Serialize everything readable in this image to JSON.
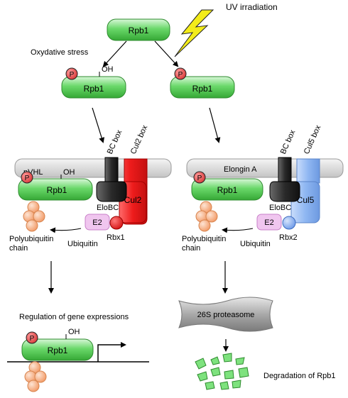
{
  "labels": {
    "rpb1": "Rpb1",
    "uv": "UV irradiation",
    "oxidative": "Oxydative stress",
    "p": "P",
    "oh": "OH",
    "pvhl": "pVHL",
    "elongin_a": "Elongin A",
    "bc_box": "BC box",
    "cul2_box": "Cul2 box",
    "cul5_box": "Cul5 box",
    "elobc": "EloBC",
    "cul2": "Cul2",
    "cul5": "Cul5",
    "e2": "E2",
    "rbx1": "Rbx1",
    "rbx2": "Rbx2",
    "polyub": "Polyubiquitin",
    "chain": "chain",
    "ubiquitin": "Ubiquitin",
    "regulation": "Regulation of gene expressions",
    "proteasome": "26S proteasome",
    "degradation": "Degradation of Rpb1"
  },
  "colors": {
    "green": "#5fd35f",
    "phospho": "#e24b4b",
    "cul2_red": "#ee1c1c",
    "cul5_blue": "#8fb7f2",
    "rbx2_blue": "#7aa6ee",
    "elobc_black": "#2a2a2a",
    "e2_pink": "#f0c6ef",
    "ubiquitin_orange": "#f6a878",
    "bolt_yellow": "#f3ec1a",
    "proteasome_gray": "#8e8e8e",
    "bar_gray": "#d8d8d8"
  }
}
